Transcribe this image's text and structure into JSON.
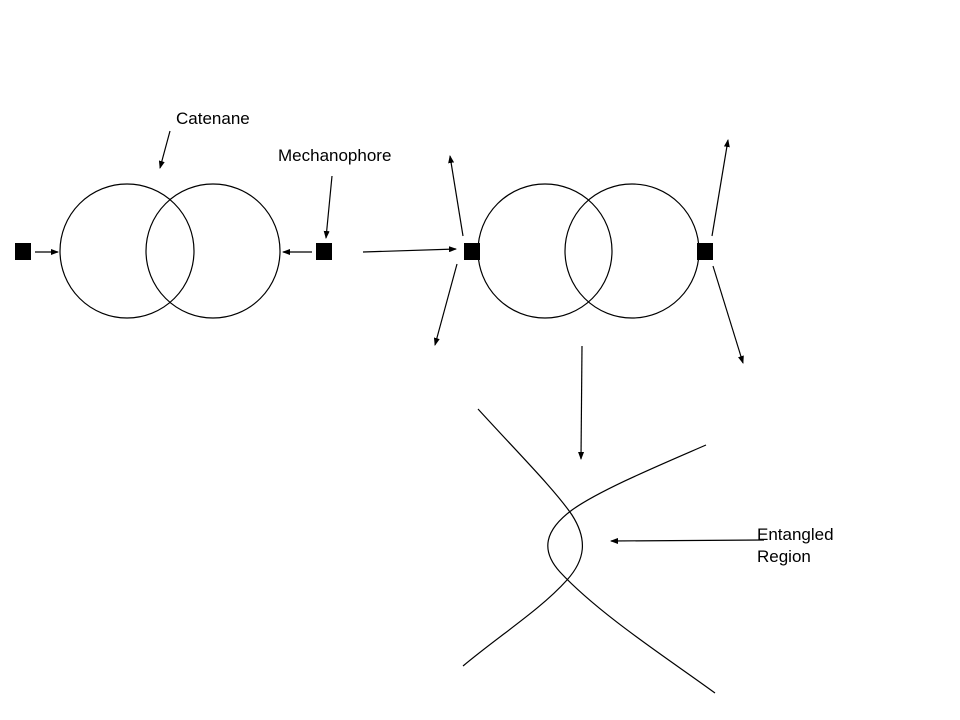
{
  "labels": {
    "catenane": "Catenane",
    "mechanophore": "Mechanophore",
    "entangled_line1": "Entangled",
    "entangled_line2": "Region"
  },
  "colors": {
    "stroke": "#000000",
    "background": "#ffffff"
  }
}
